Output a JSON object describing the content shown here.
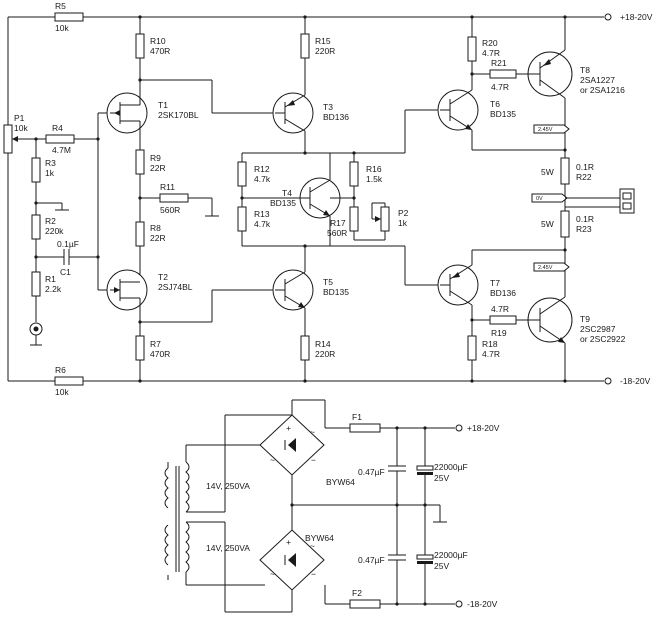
{
  "rails": {
    "pos": "+18-20V",
    "neg": "-18-20V"
  },
  "resistors": {
    "r5": {
      "name": "R5",
      "value": "10k"
    },
    "r6": {
      "name": "R6",
      "value": "10k"
    },
    "r10": {
      "name": "R10",
      "value": "470R"
    },
    "r15": {
      "name": "R15",
      "value": "220R"
    },
    "r20": {
      "name": "R20",
      "value": "4.7R"
    },
    "r21": {
      "name": "R21",
      "value": "4.7R"
    },
    "r4": {
      "name": "R4",
      "value": "4.7M"
    },
    "r3": {
      "name": "R3",
      "value": "1k"
    },
    "r2": {
      "name": "R2",
      "value": "220k"
    },
    "r1": {
      "name": "R1",
      "value": "2.2k"
    },
    "r9": {
      "name": "R9",
      "value": "22R"
    },
    "r11": {
      "name": "R11",
      "value": "560R"
    },
    "r8": {
      "name": "R8",
      "value": "22R"
    },
    "r12": {
      "name": "R12",
      "value": "4.7k"
    },
    "r13": {
      "name": "R13",
      "value": "4.7k"
    },
    "r16": {
      "name": "R16",
      "value": "1.5k"
    },
    "r17": {
      "name": "R17",
      "value": "560R"
    },
    "r22": {
      "name": "R22",
      "value": "0.1R",
      "power": "5W"
    },
    "r23": {
      "name": "R23",
      "value": "0.1R",
      "power": "5W"
    },
    "r7": {
      "name": "R7",
      "value": "470R"
    },
    "r14": {
      "name": "R14",
      "value": "220R"
    },
    "r18": {
      "name": "R18",
      "value": "4.7R"
    },
    "r19": {
      "name": "R19",
      "value": "4.7R"
    }
  },
  "pots": {
    "p1": {
      "name": "P1",
      "value": "10k"
    },
    "p2": {
      "name": "P2",
      "value": "1k"
    }
  },
  "capacitors": {
    "c1": {
      "name": "C1",
      "value": "0.1µF"
    }
  },
  "transistors": {
    "t1": {
      "name": "T1",
      "part": "2SK170BL"
    },
    "t2": {
      "name": "T2",
      "part": "2SJ74BL"
    },
    "t3": {
      "name": "T3",
      "part": "BD136"
    },
    "t4": {
      "name": "T4",
      "part": "BD135"
    },
    "t5": {
      "name": "T5",
      "part": "BD135"
    },
    "t6": {
      "name": "T6",
      "part": "BD135"
    },
    "t7": {
      "name": "T7",
      "part": "BD136"
    },
    "t8": {
      "name": "T8",
      "part": "2SA1227",
      "alt": "or 2SA1216"
    },
    "t9": {
      "name": "T9",
      "part": "2SC2987",
      "alt": "or 2SC2922"
    }
  },
  "tags": {
    "pos_bias": "2.45V",
    "zero": "0V",
    "neg_bias": "2.45V"
  },
  "psu": {
    "transformer_top": "14V, 250VA",
    "transformer_bottom": "14V, 250VA",
    "bridge_top": "BYW64",
    "bridge_bottom": "BYW64",
    "fuse1": "F1",
    "fuse2": "F2",
    "cap_small_top": "0.47µF",
    "cap_small_bottom": "0.47µF",
    "cap_big_top": "22000µF",
    "cap_big_top_v": "25V",
    "cap_big_bottom": "22000µF",
    "cap_big_bottom_v": "25V",
    "out_pos": "+18-20V",
    "out_neg": "-18-20V"
  }
}
